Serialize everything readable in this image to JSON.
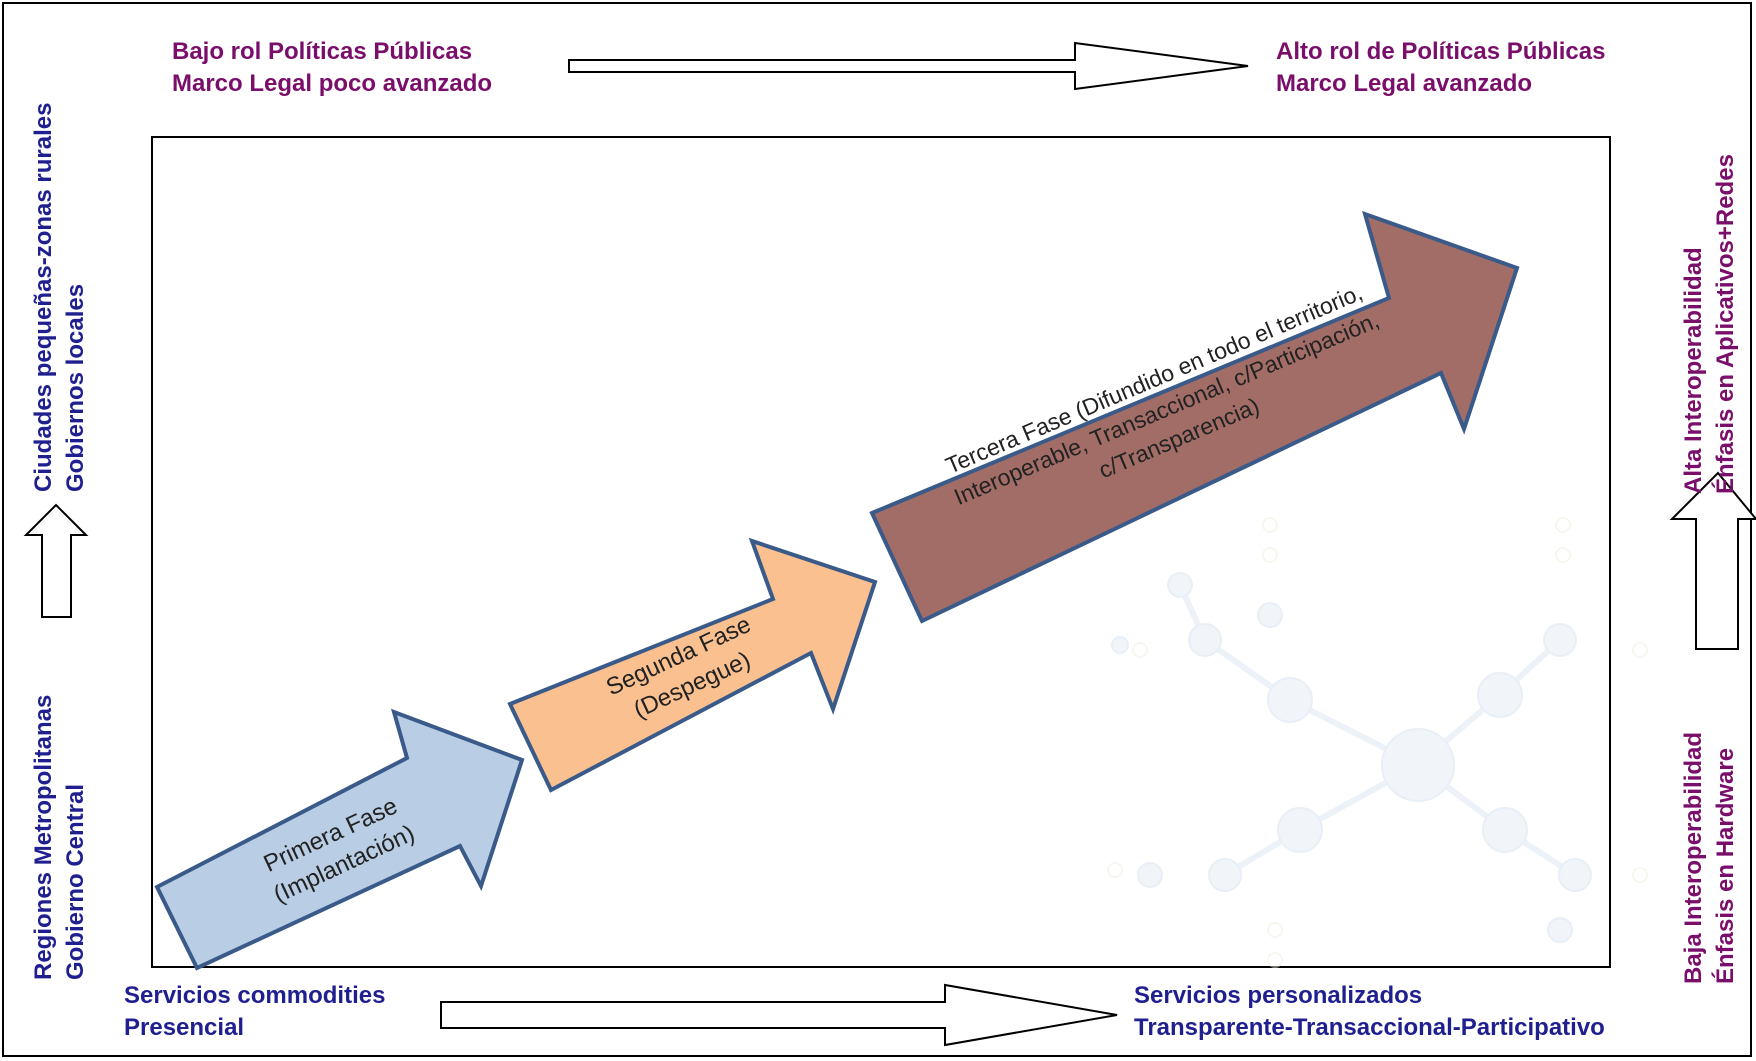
{
  "top": {
    "left_line1": "Bajo rol Políticas Públicas",
    "left_line2": "Marco Legal poco avanzado",
    "right_line1": "Alto rol de Políticas Públicas",
    "right_line2": "Marco Legal avanzado"
  },
  "bottom": {
    "left_line1": "Servicios commodities",
    "left_line2": "Presencial",
    "right_line1": "Servicios personalizados",
    "right_line2": "Transparente-Transaccional-Participativo"
  },
  "left_axis": {
    "bottom_line1": "Regiones Metropolitanas",
    "bottom_line2": "Gobierno Central",
    "top_line1": "Ciudades pequeñas-zonas rurales",
    "top_line2": "Gobiernos locales"
  },
  "right_axis": {
    "bottom_line1": "Baja Interoperabilidad",
    "bottom_line2": "Énfasis en Hardware",
    "top_line1": "Alta Interoperabilidad",
    "top_line2": "Énfasis en Aplicativos+Redes"
  },
  "phases": {
    "first_line1": "Primera Fase",
    "first_line2": "(Implantación)",
    "second_line1": "Segunda Fase",
    "second_line2": "(Despegue)",
    "third_line1": "Tercera Fase (Difundido en todo el territorio,",
    "third_line2": "Interoperable, Transaccional, c/Participación,",
    "third_line3": "c/Transparencia)"
  },
  "colors": {
    "first_fill": "#b9cde4",
    "second_fill": "#fac090",
    "third_fill": "#a26d66",
    "arrow_stroke": "#3a5a8a",
    "purple_text": "#7a0e6b",
    "navy_text": "#1f1f8f"
  }
}
